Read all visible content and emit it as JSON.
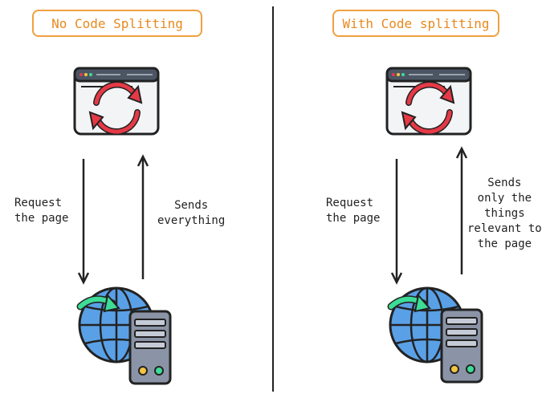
{
  "panels": [
    {
      "title": "No Code Splitting",
      "request_label": "Request\nthe page",
      "response_label": "Sends\neverything"
    },
    {
      "title": "With Code splitting",
      "request_label": "Request\nthe page",
      "response_label": "Sends\nonly the\nthings\nrelevant to\nthe page"
    }
  ],
  "colors": {
    "title_border": "#f0a040",
    "title_text": "#e8891f",
    "refresh_icon": "#e63946",
    "globe": "#5aa0e6",
    "globe_arrow": "#3ddc97",
    "server": "#8a94a6",
    "server_led_yellow": "#f4c542",
    "server_led_green": "#3ddc97"
  }
}
